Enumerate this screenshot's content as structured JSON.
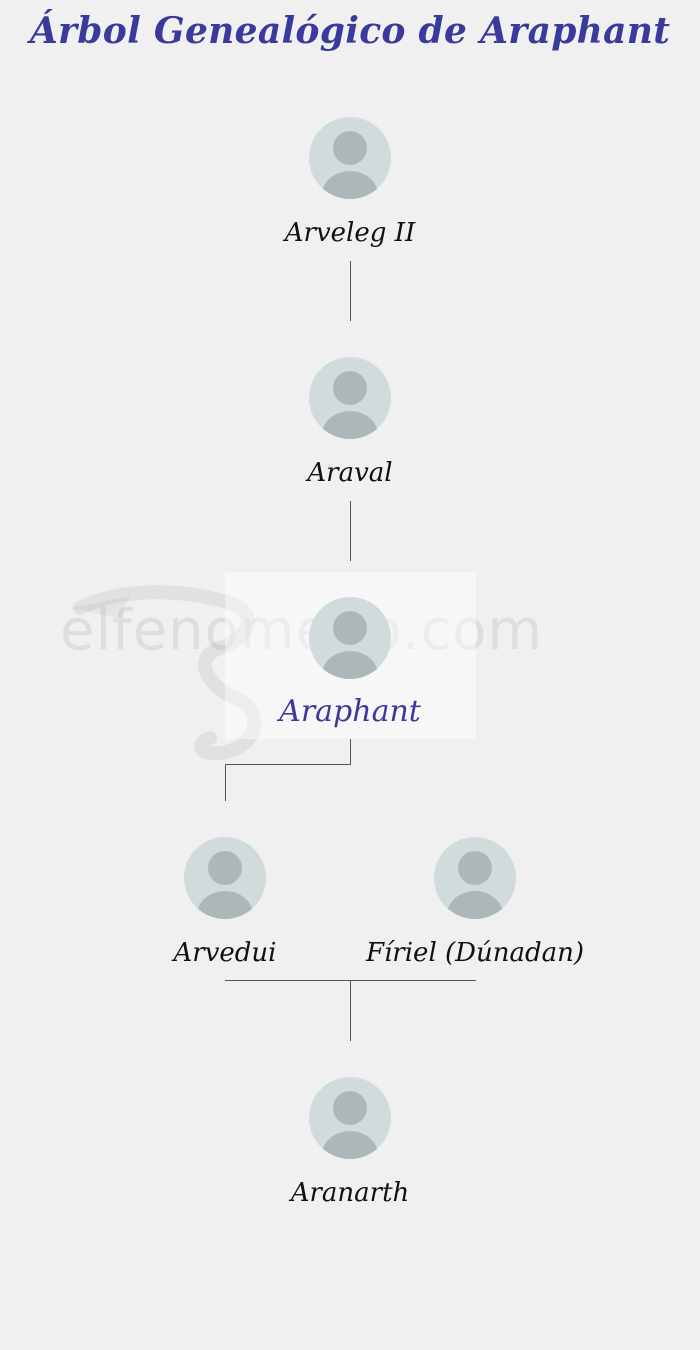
{
  "title": "Árbol Genealógico de Araphant",
  "watermark": "elfenomeno.com",
  "people": {
    "arveleg": {
      "name": "Arveleg II"
    },
    "araval": {
      "name": "Araval"
    },
    "araphant": {
      "name": "Araphant"
    },
    "arvedui": {
      "name": "Arvedui"
    },
    "firiel": {
      "name": "Fíriel (Dúnadan)"
    },
    "aranarth": {
      "name": "Aranarth"
    }
  },
  "colors": {
    "accent": "#3a3a9c",
    "background": "#f0f0f0",
    "avatar_bg": "#d1dbdc",
    "avatar_fg": "#adb7ba",
    "line": "#555555"
  },
  "icons": {
    "person": "person-placeholder-icon"
  }
}
